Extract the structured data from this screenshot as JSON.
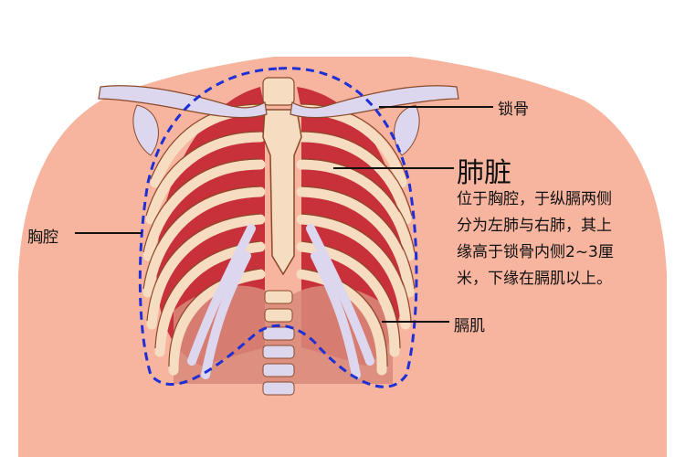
{
  "labels": {
    "clavicle": "锁骨",
    "lung_title": "肺脏",
    "lung_desc_lines": [
      "位于胸腔，于纵膈两侧",
      "分为左肺与右肺，其上",
      "缘高于锁骨内侧2~3厘",
      "米，下缘在膈肌以上。"
    ],
    "thoracic_cavity": "胸腔",
    "diaphragm": "膈肌"
  },
  "colors": {
    "skin": "#f7b59f",
    "lung": "#c8313a",
    "bone": "#f6dcc0",
    "cartilage": "#ddd6ef",
    "dashed_outline": "#1f2fd6"
  }
}
